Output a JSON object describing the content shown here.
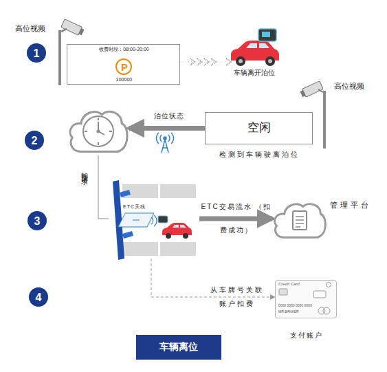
{
  "diagram": {
    "nodes": [
      {
        "text": [
          "1"
        ]
      },
      {
        "text": [
          "收费时段：08:00-20:00",
          "100000"
        ]
      },
      {
        "text": [
          "P"
        ],
        "in": 1
      },
      {
        "text": [
          "车辆离开泊位"
        ]
      },
      {
        "text": [
          "2"
        ]
      },
      {
        "text": []
      },
      {
        "text": [
          "空闲",
          "检测到车辆驶离泊位"
        ]
      },
      {
        "text": [
          "3"
        ]
      },
      {
        "text": [
          "ETC天线"
        ]
      },
      {
        "text": [
          "管理平台"
        ]
      },
      {
        "text": [
          "4"
        ]
      },
      {
        "text": [
          "Credit Card",
          "0000 0000 0000 0000",
          "MR BANKER",
          "支付账户"
        ]
      },
      {
        "text": [
          "车辆离位"
        ]
      }
    ],
    "edges": [
      {
        "from": 1,
        "to": 3,
        "arrow": "to"
      },
      {
        "from": 6,
        "to": 5,
        "label": "泊位状态",
        "arrow": "to"
      },
      {
        "from": 5,
        "to": 8,
        "label": "扣费请求",
        "arrow": "none"
      },
      {
        "from": 8,
        "to": 9,
        "label": "ETC交易流水 （扣费成功）",
        "arrow": "to"
      },
      {
        "from": 8,
        "to": 11,
        "label": "从车牌号关联 账户扣费",
        "arrow": "to"
      }
    ],
    "labels": [
      "高位视频",
      "高位视频"
    ]
  }
}
